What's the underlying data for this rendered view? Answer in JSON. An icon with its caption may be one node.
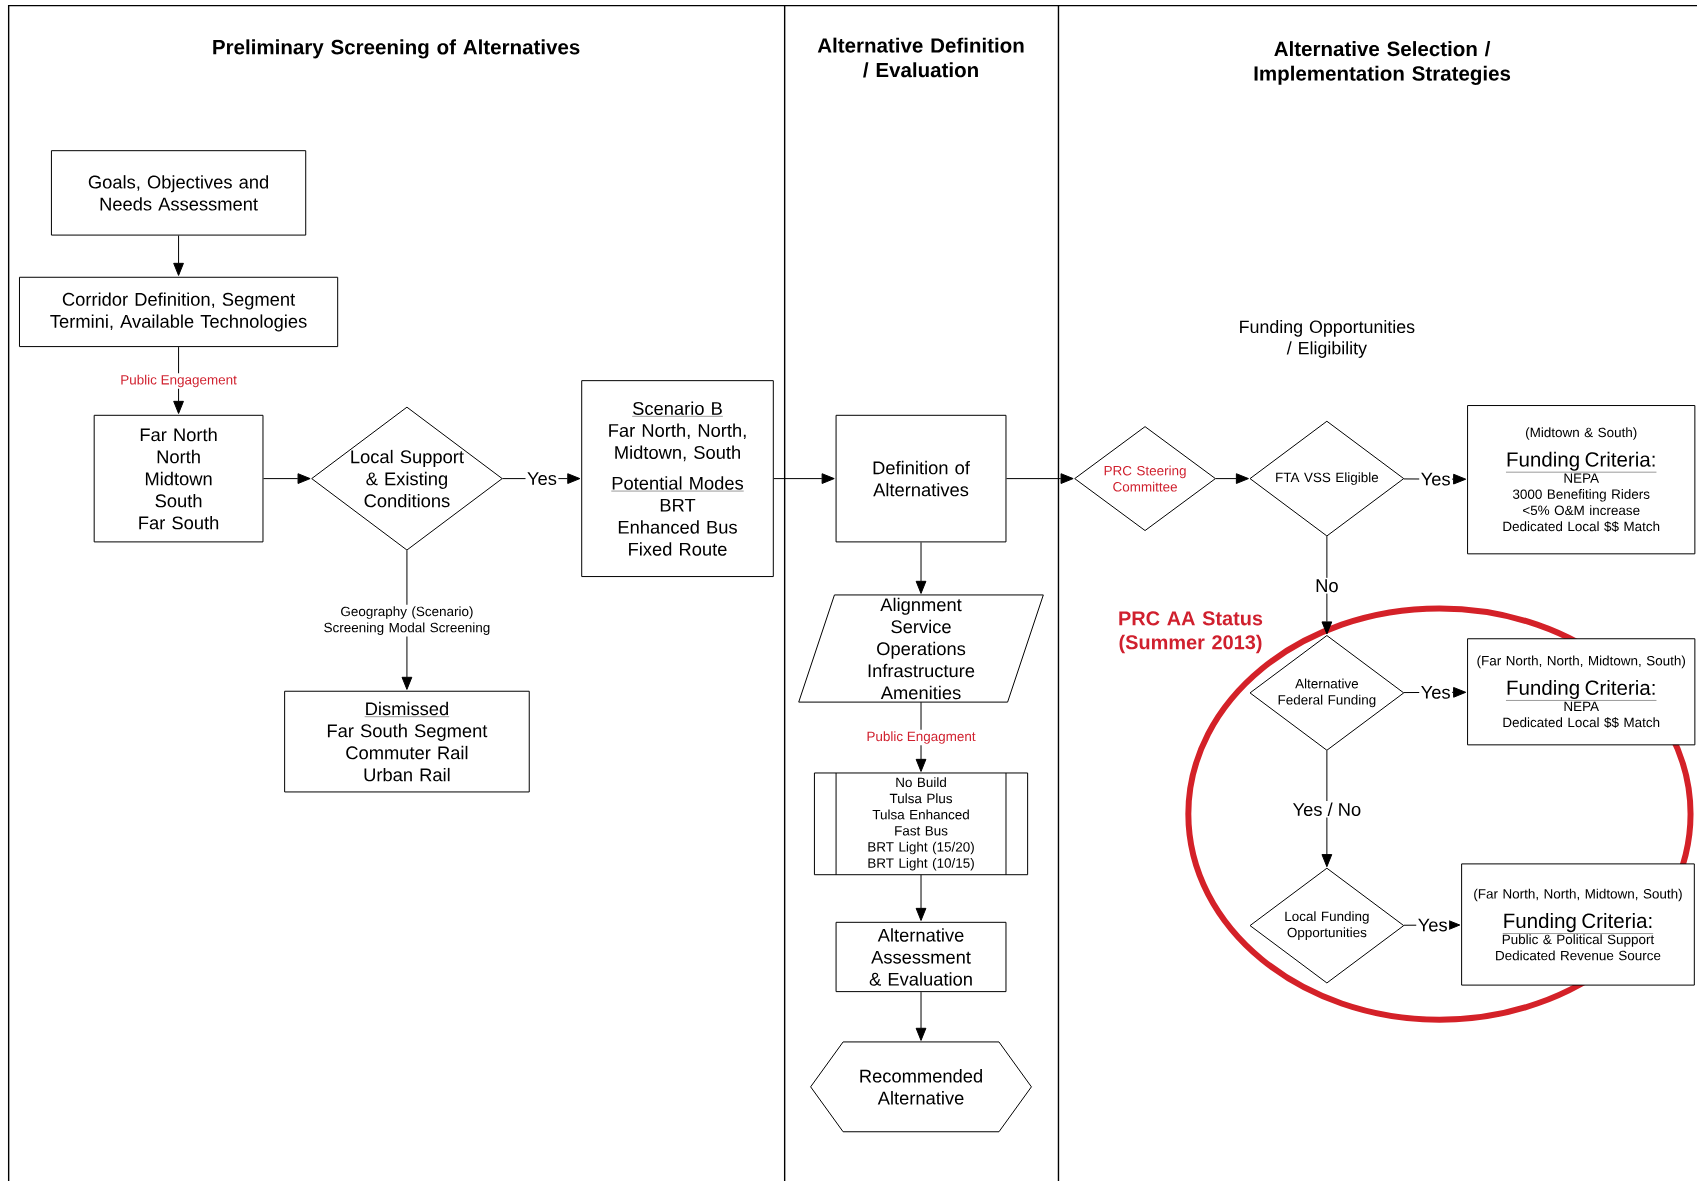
{
  "diagram": {
    "nodes": [
      {
        "text": [
          "Goals, Objectives and Needs Assessment"
        ]
      },
      {
        "text": [
          "Corridor Definition, Segment Termini, Available Technologies"
        ]
      },
      {
        "text": [
          "Far North",
          "North",
          "Midtown",
          "South",
          "Far South"
        ]
      },
      {
        "text": [
          "Local Support & Existing Conditions"
        ]
      },
      {
        "text": [
          "Scenario B",
          "Far North, North, Midtown, South",
          "Potential Modes",
          "BRT",
          "Enhanced Bus",
          "Fixed Route"
        ]
      },
      {
        "text": [
          "Dismissed",
          "Far South Segment",
          "Commuter Rail",
          "Urban Rail"
        ]
      },
      {
        "text": [
          "Definition of Alternatives"
        ]
      },
      {
        "text": [
          "Alignment",
          "Service",
          "Operations",
          "Infrastructure",
          "Amenities"
        ]
      },
      {
        "text": [
          "No Build",
          "Tulsa Plus",
          "Tulsa Enhanced",
          "Fast Bus",
          "BRT Light (15/20)",
          "BRT Light (10/15)"
        ]
      },
      {
        "text": [
          "Alternative Assessment & Evaluation"
        ]
      },
      {
        "text": [
          "Recommended Alternative"
        ]
      },
      {
        "text": [
          "PRC Steering Committee"
        ]
      },
      {
        "text": [
          "FTA VSS Eligible"
        ]
      },
      {
        "text": [
          "(Midtown & South)",
          "Funding Criteria:",
          "NEPA",
          "3000 Benefiting Riders",
          "<5% O&M increase",
          "Dedicated Local $$ Match"
        ]
      },
      {
        "text": [
          "Alternative Federal Funding"
        ]
      },
      {
        "text": [
          "(Far North, North, Midtown, South)",
          "Funding Criteria:",
          "NEPA",
          "Dedicated Local $$ Match"
        ]
      },
      {
        "text": [
          "Local Funding Opportunities"
        ]
      },
      {
        "text": [
          "(Far North, North, Midtown, South)",
          "Funding Criteria:",
          "Public & Political Support",
          "Dedicated Revenue Source"
        ]
      }
    ],
    "edges": [
      {
        "from": 0,
        "to": 1,
        "arrow": "to"
      },
      {
        "from": 1,
        "to": 2,
        "arrow": "to",
        "label": "Public Engagement"
      },
      {
        "from": 2,
        "to": 3,
        "arrow": "to"
      },
      {
        "from": 3,
        "to": 4,
        "arrow": "to",
        "label": "Yes"
      },
      {
        "from": 3,
        "to": 5,
        "arrow": "to",
        "label": "Geography (Scenario) Screening Modal Screening"
      },
      {
        "from": 4,
        "to": 6,
        "arrow": "to"
      },
      {
        "from": 6,
        "to": 7,
        "arrow": "to"
      },
      {
        "from": 7,
        "to": 8,
        "arrow": "to",
        "label": "Public Engagment"
      },
      {
        "from": 8,
        "to": 9,
        "arrow": "to"
      },
      {
        "from": 9,
        "to": 10,
        "arrow": "to"
      },
      {
        "from": 6,
        "to": 11,
        "arrow": "to"
      },
      {
        "from": 11,
        "to": 12,
        "arrow": "to"
      },
      {
        "from": 12,
        "to": 13,
        "arrow": "to",
        "label": "Yes"
      },
      {
        "from": 12,
        "to": 14,
        "arrow": "to",
        "label": "No"
      },
      {
        "from": 14,
        "to": 15,
        "arrow": "to",
        "label": "Yes"
      },
      {
        "from": 14,
        "to": 16,
        "arrow": "to",
        "label": "Yes / No"
      },
      {
        "from": 16,
        "to": 17,
        "arrow": "to",
        "label": "Yes"
      }
    ],
    "labels": [
      "Preliminary Screening of Alternatives",
      "Alternative Definition / Evaluation",
      "Alternative Selection / Implementation Strategies",
      "Funding Opportunities / Eligibility",
      "PRC AA Status (Summer 2013)"
    ]
  }
}
